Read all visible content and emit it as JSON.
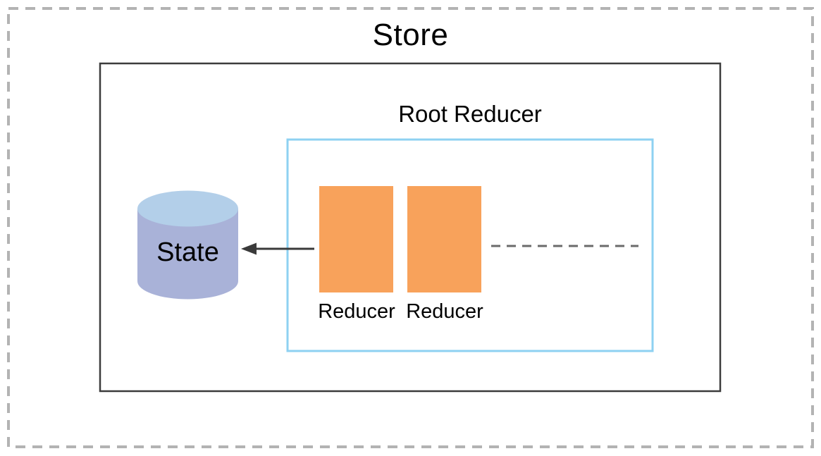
{
  "diagram": {
    "title": "Store",
    "store": {
      "root_reducer": {
        "label": "Root Reducer",
        "reducers": [
          "Reducer",
          "Reducer"
        ]
      },
      "state": {
        "label": "State"
      }
    },
    "colors": {
      "frame_dash": "#b3b3b3",
      "store_border": "#3c3c3c",
      "root_reducer_border": "#8ed1f2",
      "reducer_fill": "#f8a25b",
      "state_cylinder_body": "#a9b2d8",
      "state_cylinder_top": "#b3cfe9",
      "arrow": "#3a3a3a",
      "ellipsis_dash": "#6b6b6b"
    }
  }
}
